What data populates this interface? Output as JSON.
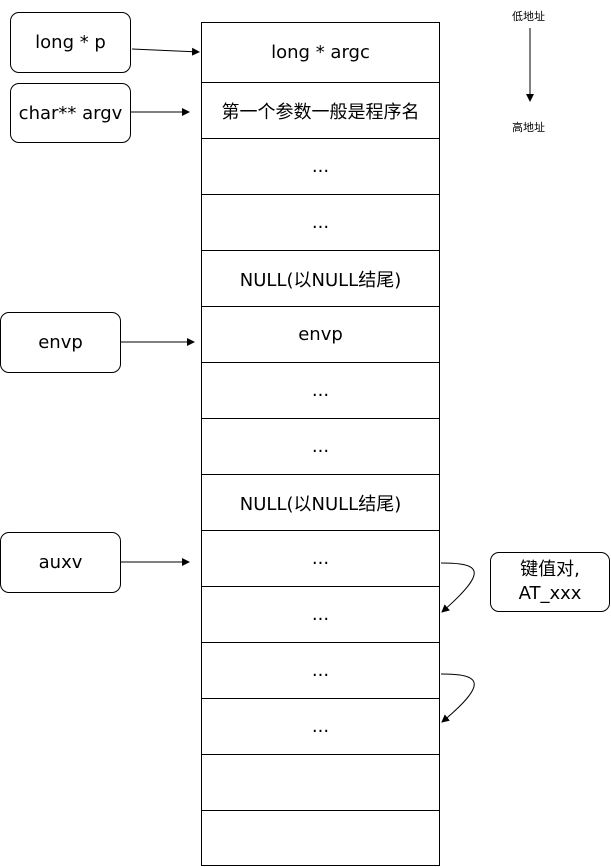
{
  "memory_cells": [
    "long * argc",
    "第一个参数一般是程序名",
    "...",
    "...",
    "NULL(以NULL结尾)",
    "envp",
    "...",
    "...",
    "NULL(以NULL结尾)",
    "...",
    "...",
    "...",
    "...",
    "",
    ""
  ],
  "pointers": {
    "p": "long * p",
    "argv": "char** argv",
    "envp": "envp",
    "auxv": "auxv"
  },
  "note": {
    "line1": "键值对,",
    "line2": "AT_xxx"
  },
  "address": {
    "low": "低地址",
    "high": "高地址"
  }
}
